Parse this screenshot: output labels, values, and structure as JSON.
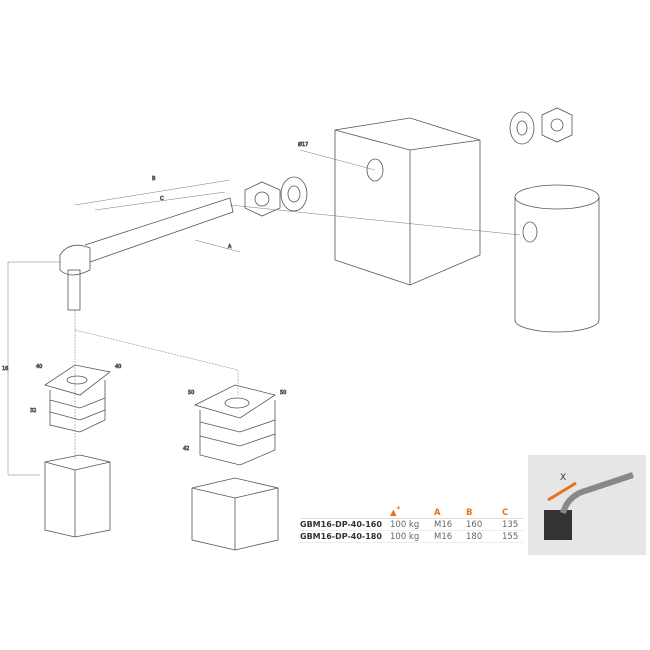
{
  "dimensions": {
    "B": "B",
    "C": "C",
    "A": "A",
    "hole": "Ø17",
    "height": "18",
    "w1a": "40",
    "w1b": "40",
    "h1": "32",
    "w2a": "50",
    "w2b": "50",
    "h2": "42"
  },
  "table": {
    "headers": {
      "load_icon": "weight-icon",
      "load_mark": "*",
      "A": "A",
      "B": "B",
      "C": "C"
    },
    "rows": [
      {
        "model": "GBM16-DP-40-160",
        "load": "100 kg",
        "A": "M16",
        "B": "160",
        "C": "135"
      },
      {
        "model": "GBM16-DP-40-180",
        "load": "100 kg",
        "A": "M16",
        "B": "180",
        "C": "155"
      }
    ]
  },
  "inset": {
    "label": "X",
    "accent": "#e8721c"
  },
  "colors": {
    "accent": "#e8721c",
    "line": "#555555"
  }
}
